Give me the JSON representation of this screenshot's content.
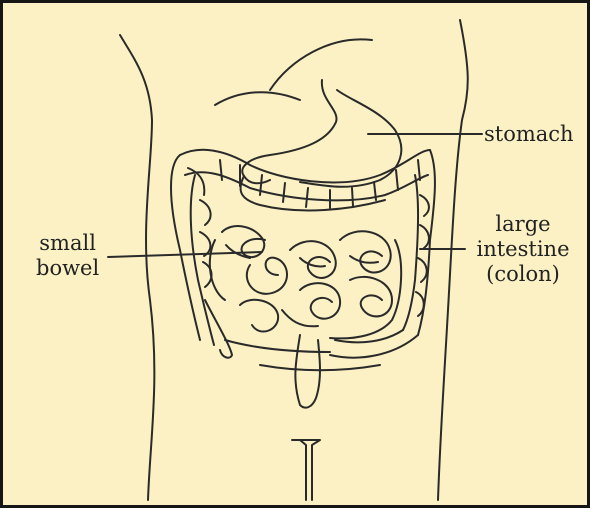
{
  "figure": {
    "labels": {
      "stomach": "stomach",
      "small_bowel": [
        "small",
        "bowel"
      ],
      "large_intestine": [
        "large",
        "intestine",
        "(colon)"
      ]
    },
    "colors": {
      "background": "#fbf1c5",
      "ink": "#2a2a2a",
      "border": "#161616"
    }
  }
}
